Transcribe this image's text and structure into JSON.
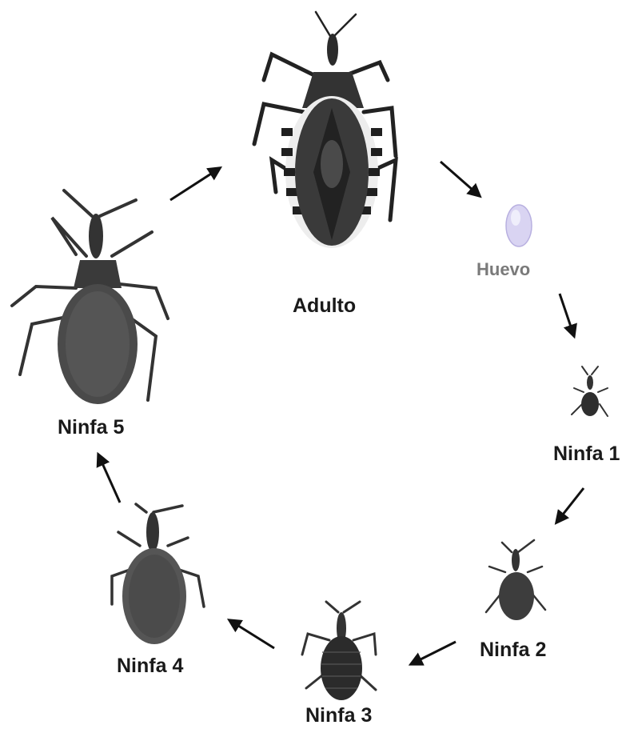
{
  "diagram": {
    "stages": {
      "adult": "Adulto",
      "egg": "Huevo",
      "nymph1": "Ninfa 1",
      "nymph2": "Ninfa 2",
      "nymph3": "Ninfa 3",
      "nymph4": "Ninfa 4",
      "nymph5": "Ninfa 5"
    },
    "colors": {
      "arrow": "#111111",
      "label": "#1a1a1a",
      "egg_label": "#7a7a7a",
      "egg_fill": "#d9d4f2",
      "insect_dark": "#2e2e2e",
      "insect_mid": "#5a5a5a",
      "insect_light": "#dcdcdc"
    }
  }
}
